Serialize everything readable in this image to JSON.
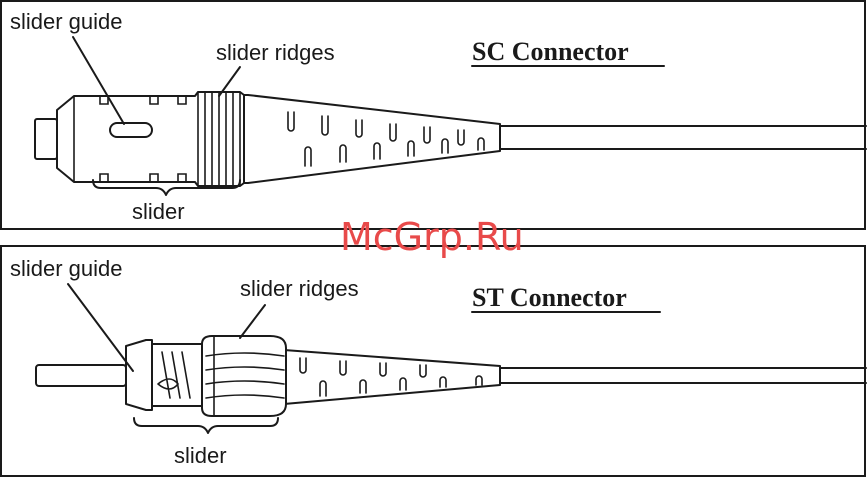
{
  "panels": [
    {
      "title": "SC Connector",
      "labels": {
        "guide": "slider guide",
        "ridges": "slider ridges",
        "slider": "slider"
      }
    },
    {
      "title": "ST Connector",
      "labels": {
        "guide": "slider guide",
        "ridges": "slider ridges",
        "slider": "slider"
      }
    }
  ],
  "watermark": "McGrp.Ru",
  "colors": {
    "ink": "#1a1a1a",
    "watermark": "#e84a4a",
    "background": "#ffffff"
  }
}
